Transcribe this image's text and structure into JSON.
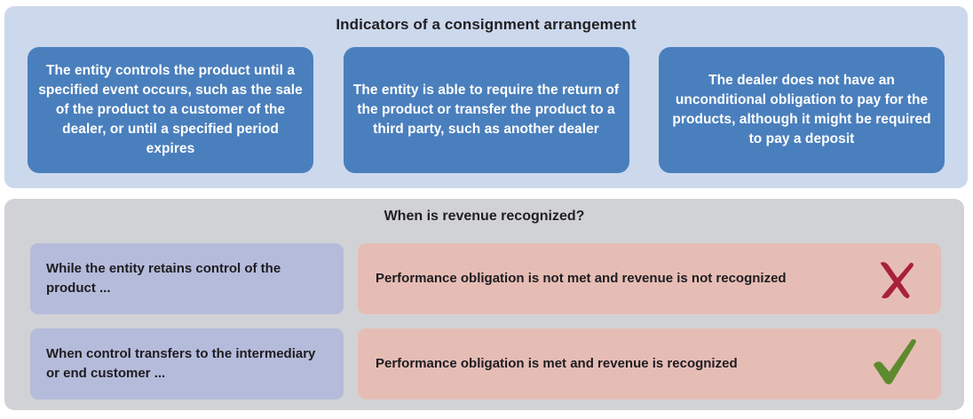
{
  "top_panel": {
    "title": "Indicators of a consignment arrangement",
    "background_color": "#ccd8ec",
    "cards": [
      {
        "text": "The entity controls the product until a specified event occurs, such as the sale of the product to a customer of the dealer, or until a specified period expires",
        "color": "#4a7fbd"
      },
      {
        "text": "The entity is able to require the return of the product or transfer the product to a third party, such as another dealer",
        "color": "#4a7fbd"
      },
      {
        "text": "The dealer does not have an unconditional obligation to pay for the products, although it might be required to pay a deposit",
        "color": "#4a7fbd"
      }
    ]
  },
  "bottom_panel": {
    "title": "When is revenue recognized?",
    "background_color": "#d1d2d6",
    "rows": [
      {
        "condition": "While the entity retains control of the product ...",
        "condition_color": "#b5bbda",
        "outcome": "Performance obligation is not met and revenue is not recognized",
        "outcome_color": "#e6bdb5",
        "mark": "cross-icon",
        "mark_color": "#a8213c"
      },
      {
        "condition": "When control transfers to the intermediary or end customer ...",
        "condition_color": "#b5bbda",
        "outcome": "Performance obligation is met and revenue is recognized",
        "outcome_color": "#e6bdb5",
        "mark": "check-icon",
        "mark_color": "#5d8a2f"
      }
    ]
  }
}
